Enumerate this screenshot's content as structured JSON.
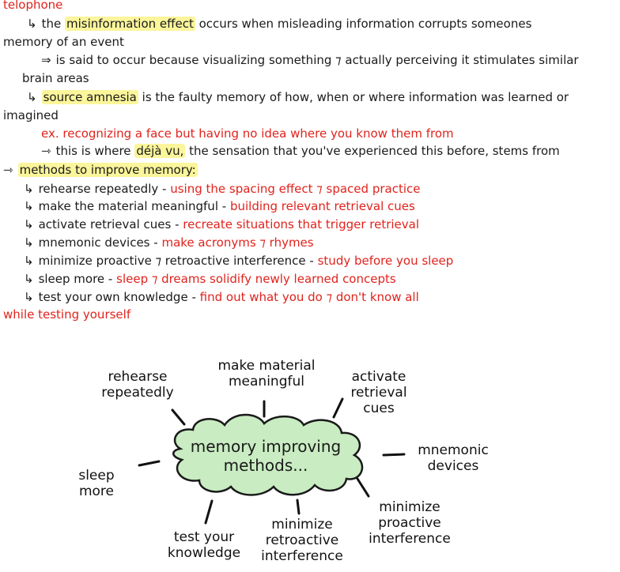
{
  "notes": {
    "l1": "telophone",
    "l2a": "the",
    "l2b": "misinformation effect",
    "l2c": "occurs when misleading information corrupts someones",
    "l3": "memory of an event",
    "l4": "is said to occur because visualizing something ⁊ actually perceiving it stimulates similar",
    "l5": "brain areas",
    "l6a": "source amnesia",
    "l6b": "is the faulty memory of how, when or where information was learned or",
    "l7": "imagined",
    "l8": "ex. recognizing a face but having no idea where you know them from",
    "l9a": "this is where",
    "l9b": "déjà vu,",
    "l9c": "the sensation that you've experienced this before, stems from",
    "l10": "methods to improve memory:",
    "methods": [
      {
        "left": "rehearse repeatedly -",
        "right": "using the spacing effect ⁊ spaced practice"
      },
      {
        "left": "make the material meaningful -",
        "right": "building relevant retrieval cues"
      },
      {
        "left": "activate retrieval cues -",
        "right": "recreate situations that trigger retrieval"
      },
      {
        "left": "mnemonic devices -",
        "right": "make acronyms ⁊ rhymes"
      },
      {
        "left": "minimize proactive ⁊ retroactive interference -",
        "right": "study before you sleep"
      },
      {
        "left": "sleep more -",
        "right": "sleep ⁊ dreams solidify newly learned concepts"
      },
      {
        "left": "test your own knowledge -",
        "right": "find out what you do ⁊ don't know all"
      }
    ],
    "l18": "while testing yourself"
  },
  "mindmap": {
    "center": "memory improving methods...",
    "branches": [
      "rehearse\nrepeatedly",
      "make material\nmeaningful",
      "activate\nretrieval\ncues",
      "mnemonic\ndevices",
      "minimize\nproactive\ninterference",
      "minimize\nretroactive\ninterference",
      "test your\nknowledge",
      "sleep\nmore"
    ]
  },
  "colors": {
    "accent_red": "#e0231d",
    "highlight": "#fbf59b",
    "cloud_fill": "#c9ecc2"
  }
}
